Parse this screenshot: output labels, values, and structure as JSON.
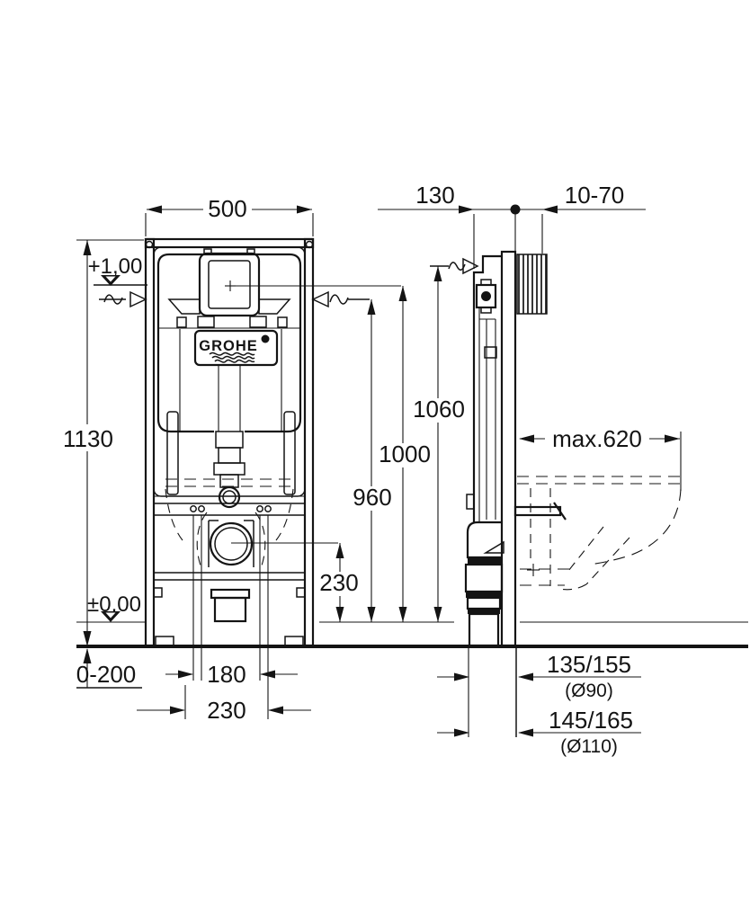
{
  "drawing": {
    "brand": {
      "logo_text": "GROHE"
    },
    "dims": {
      "frame_width": "500",
      "frame_depth": "130",
      "bracket_range": "10-70",
      "upper_level": "+1,00",
      "frame_height": "1130",
      "cut_height": "1060",
      "plate_height": "1000",
      "waterline_height": "960",
      "outlet_height": "230",
      "bowl_depth_max": "max.620",
      "floor_level": "±0,00",
      "floor_adjust": "0-200",
      "bolt_spacing_narrow": "180",
      "bolt_spacing_wide": "230",
      "outlet_90": "135/155",
      "outlet_90_dia": "(Ø90)",
      "outlet_110": "145/165",
      "outlet_110_dia": "(Ø110)"
    }
  }
}
